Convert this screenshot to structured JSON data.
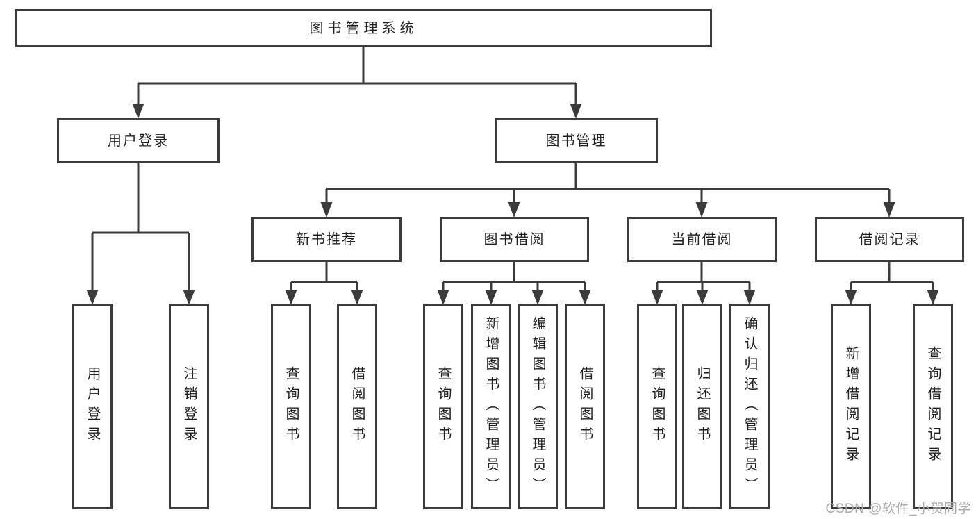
{
  "tree": {
    "root": {
      "label": "图书管理系统",
      "children": [
        {
          "label": "用户登录",
          "children": [
            {
              "label": "用户登录"
            },
            {
              "label": "注销登录"
            }
          ]
        },
        {
          "label": "图书管理",
          "children": [
            {
              "label": "新书推荐",
              "children": [
                {
                  "label": "查询图书"
                },
                {
                  "label": "借阅图书"
                }
              ]
            },
            {
              "label": "图书借阅",
              "children": [
                {
                  "label": "查询图书"
                },
                {
                  "label": "新增图书（管理员）"
                },
                {
                  "label": "编辑图书（管理员）"
                },
                {
                  "label": "借阅图书"
                }
              ]
            },
            {
              "label": "当前借阅",
              "children": [
                {
                  "label": "查询图书"
                },
                {
                  "label": "归还图书"
                },
                {
                  "label": "确认归还（管理员）"
                }
              ]
            },
            {
              "label": "借阅记录",
              "children": [
                {
                  "label": "新增借阅记录"
                },
                {
                  "label": "查询借阅记录"
                }
              ]
            }
          ]
        }
      ]
    }
  },
  "watermark": {
    "text": "CSDN @软件_小贺同学"
  },
  "colors": {
    "line": "#3b3b3b",
    "box_border": "#3b3b3b",
    "text": "#1f1f1f",
    "watermark": "#a9a9a9",
    "background": "#ffffff"
  }
}
